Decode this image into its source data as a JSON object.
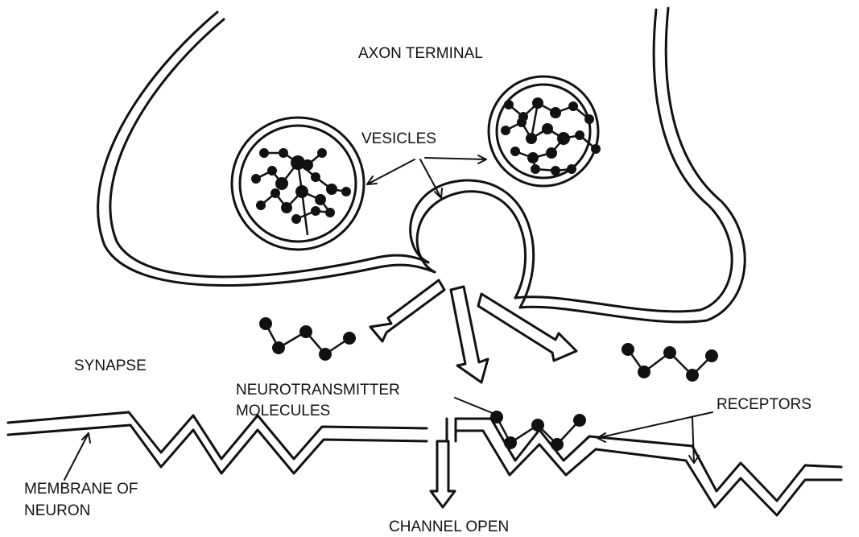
{
  "labels": {
    "axon_terminal": "AXON TERMINAL",
    "vesicles": "VESICLES",
    "synapse": "SYNAPSE",
    "neurotransmitter_line1": "NEUROTRANSMITTER",
    "neurotransmitter_line2": "MOLECULES",
    "receptors": "RECEPTORS",
    "membrane_line1": "MEMBRANE OF",
    "membrane_line2": "NEURON",
    "channel_open": "CHANNEL OPEN"
  },
  "colors": {
    "ink": "#111111",
    "background": "#ffffff"
  }
}
